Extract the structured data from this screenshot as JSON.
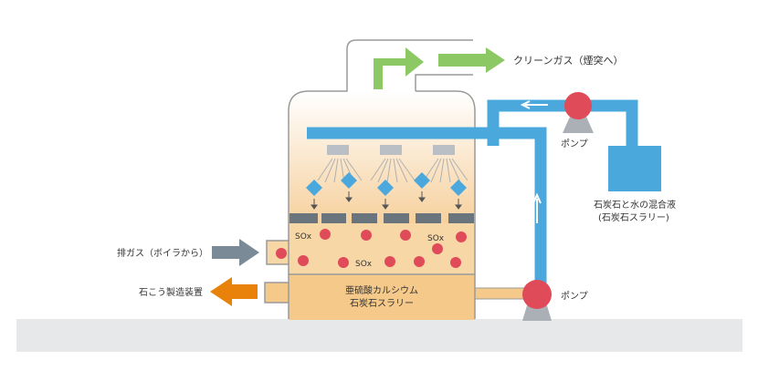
{
  "labels": {
    "clean_gas": "クリーンガス（煙突へ）",
    "exhaust_gas": "排ガス（ボイラから）",
    "gypsum_device": "石こう製造装置",
    "pump_top": "ポンプ",
    "pump_bottom": "ポンプ",
    "slurry_feed_line1": "石炭石と水の混合液",
    "slurry_feed_line2": "(石炭石スラリー)",
    "tank_line1": "亜硫酸カルシウム",
    "tank_line2": "石炭石スラリー",
    "sox_1": "SOx",
    "sox_2": "SOx",
    "sox_3": "SOx"
  },
  "colors": {
    "pipe_blue": "#4aa8dc",
    "pump_red": "#e04b5a",
    "pump_base": "#aab0b5",
    "clean_arrow": "#8cc864",
    "exhaust_arrow": "#7a8a96",
    "gypsum_arrow": "#e8820a",
    "tank_fill": "#f5c98a",
    "ground": "#e6e8ea",
    "outline": "#9a9a9a"
  },
  "icons": {
    "spray_nozzle": "nozzle-icon",
    "droplet": "droplet-icon",
    "pump": "pump-icon"
  }
}
